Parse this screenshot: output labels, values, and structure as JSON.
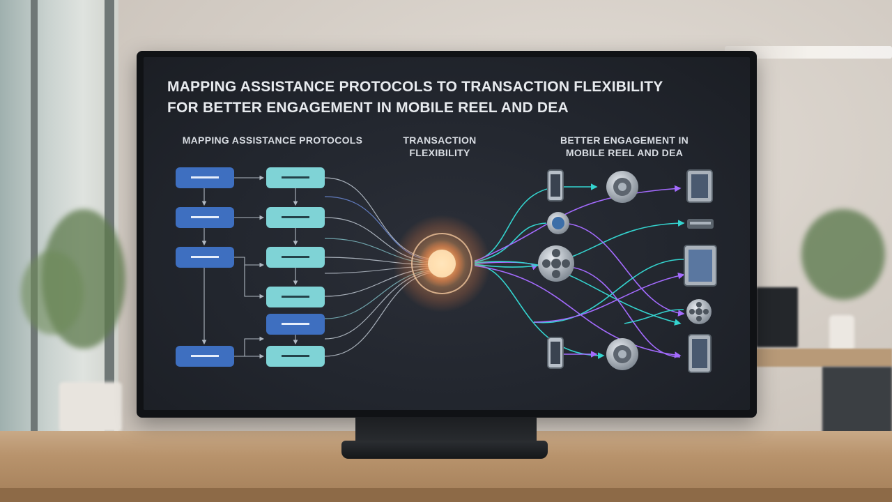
{
  "screen": {
    "title_line1": "MAPPING ASSISTANCE PROTOCOLS TO TRANSACTION FLEXIBILITY",
    "title_line2": "FOR BETTER ENGAGEMENT IN MOBILE REEL AND DEA"
  },
  "columns": {
    "left": "MAPPING ASSISTANCE PROTOCOLS",
    "middle_line1": "TRANSACTION",
    "middle_line2": "FLEXIBILITY",
    "right_line1": "BETTER ENGAGEMENT IN",
    "right_line2": "MOBILE REEL AND DEA"
  },
  "colors": {
    "node_dark": "#3e6fc0",
    "node_light": "#7fd3d6",
    "hub_core": "#ffb86b",
    "line_teal": "#34d4cf",
    "line_purple": "#a46bff",
    "line_white": "#c9d2dc"
  },
  "icons": {
    "devices": [
      "phone-icon",
      "speaker-icon",
      "button-icon",
      "film-reel-icon",
      "tablet-icon",
      "router-icon"
    ]
  }
}
